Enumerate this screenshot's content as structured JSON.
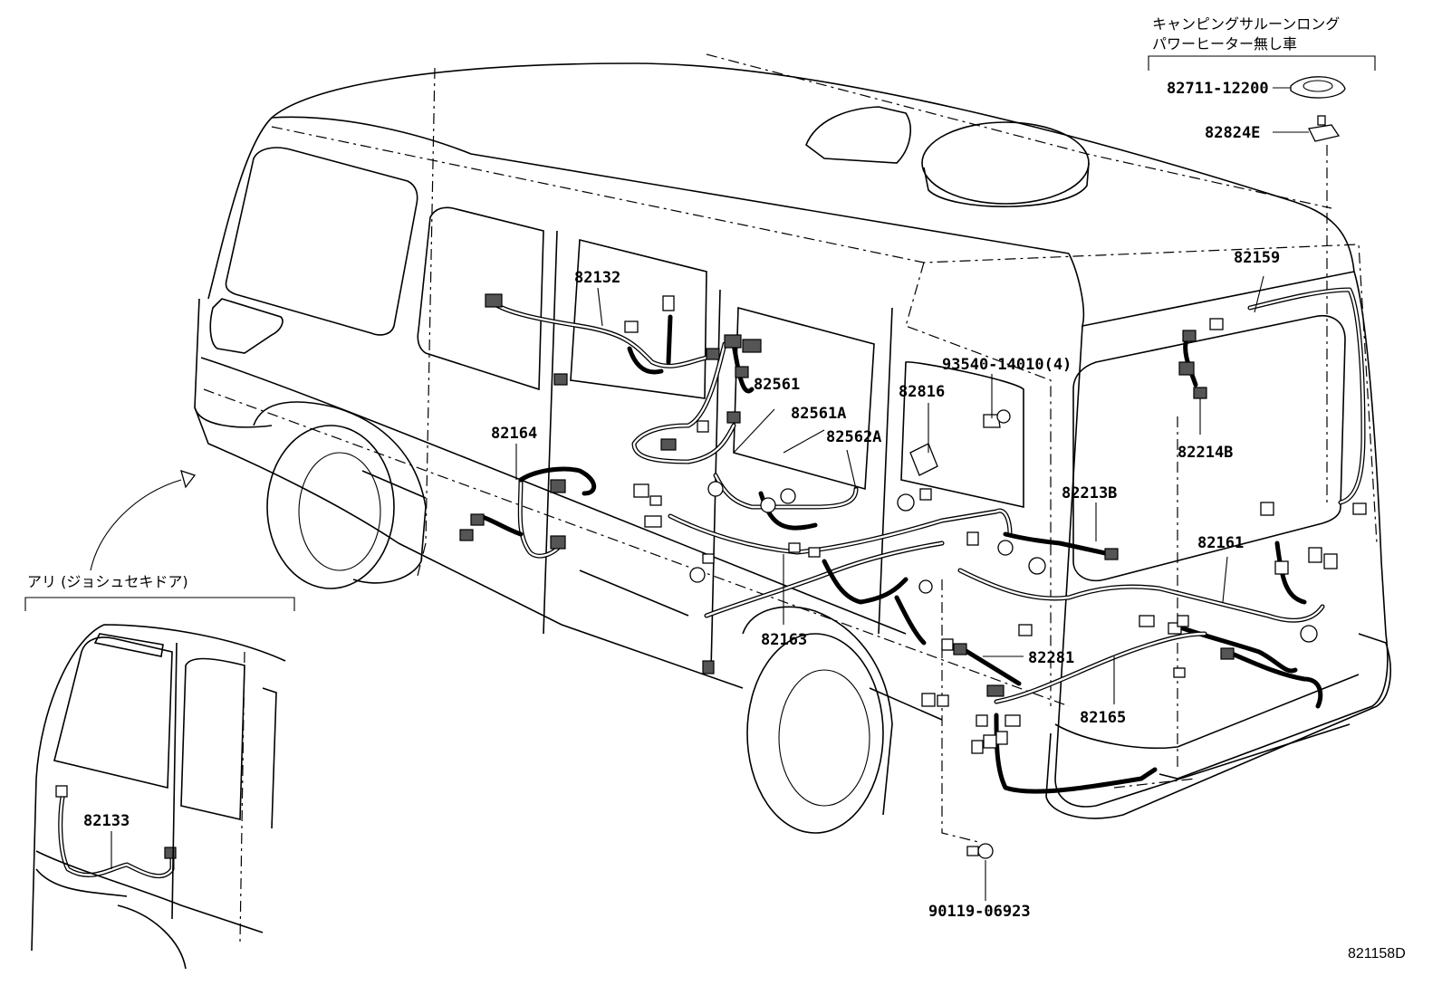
{
  "drawing_id": "821158D",
  "variant_note": {
    "line1": "キャンピングサルーンロング",
    "line2": "パワーヒーター無し車"
  },
  "inset_note": "アリ (ジョシュセキドア)",
  "parts": {
    "p82711": "82711-12200",
    "p82824E": "82824E",
    "p82159": "82159",
    "p82214B": "82214B",
    "p93540": "93540-14010(4)",
    "p82816": "82816",
    "p82132": "82132",
    "p82561": "82561",
    "p82561A": "82561A",
    "p82562A": "82562A",
    "p82164": "82164",
    "p82213B": "82213B",
    "p82161": "82161",
    "p82163": "82163",
    "p82281": "82281",
    "p82165": "82165",
    "p90119": "90119-06923",
    "p82133": "82133"
  }
}
